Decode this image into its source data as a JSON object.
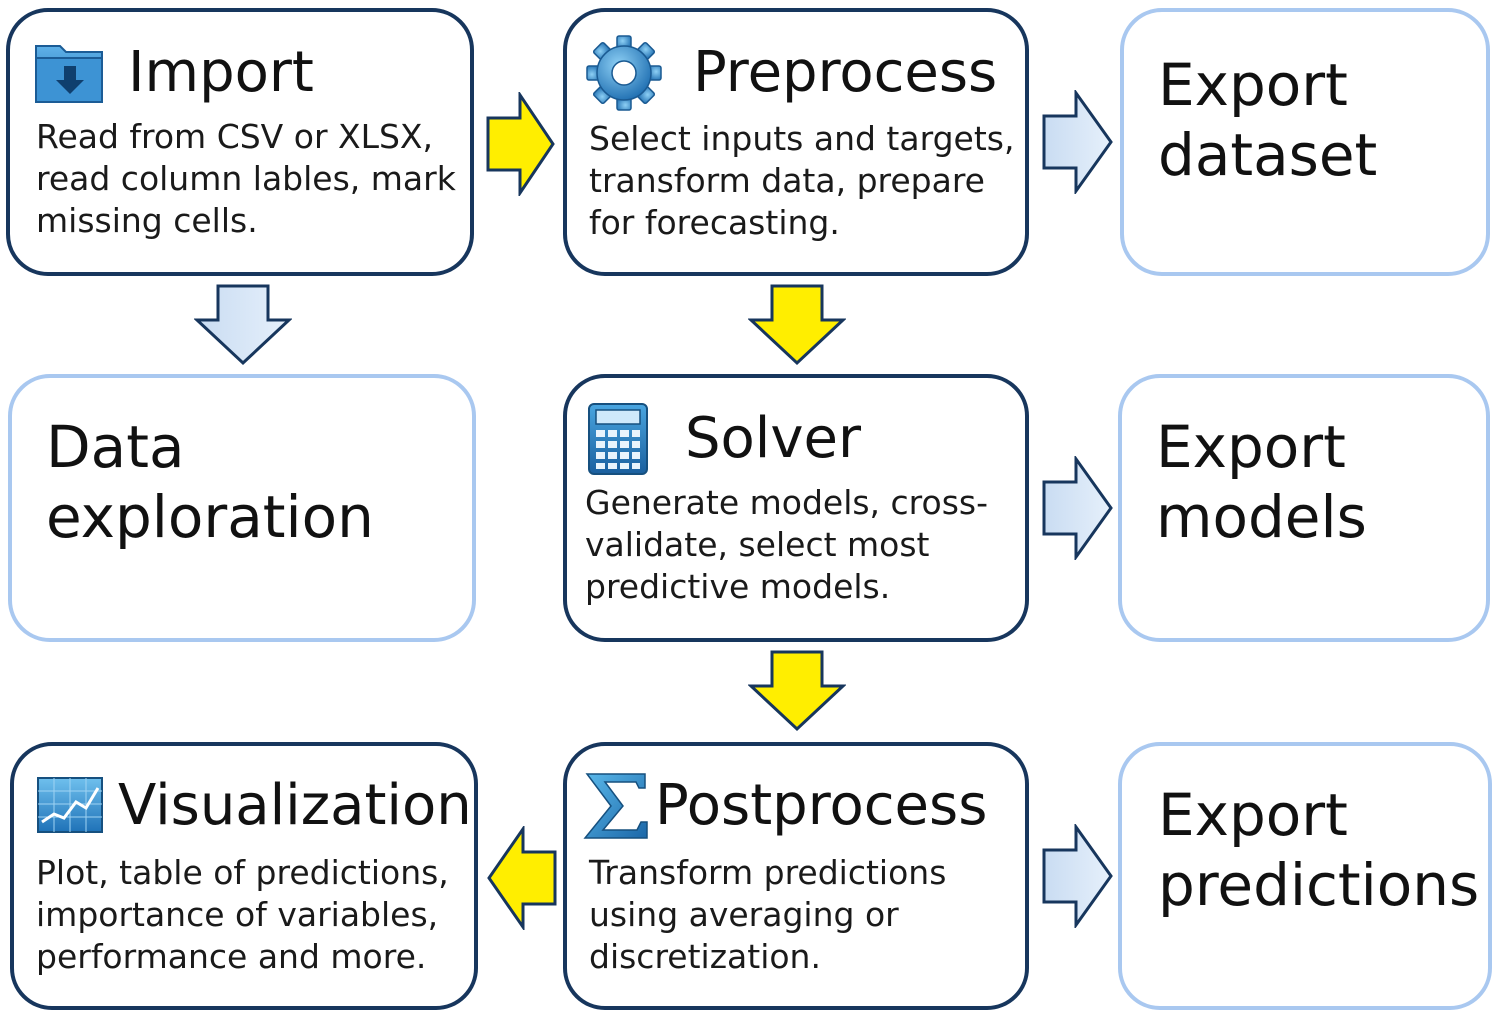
{
  "nodes": {
    "import": {
      "title": "Import",
      "icon": "folder-download-icon",
      "lines": [
        "Read from CSV or XLSX,",
        "read column lables, mark",
        "missing cells."
      ]
    },
    "preprocess": {
      "title": "Preprocess",
      "icon": "gear-icon",
      "lines": [
        "Select inputs and targets,",
        "transform data, prepare",
        "for forecasting."
      ]
    },
    "export_dataset": {
      "lines": [
        "Export",
        "dataset"
      ]
    },
    "data_exploration": {
      "lines": [
        "Data",
        "exploration"
      ]
    },
    "solver": {
      "title": "Solver",
      "icon": "calculator-icon",
      "lines": [
        "Generate models, cross-",
        "validate, select most",
        "predictive models."
      ]
    },
    "export_models": {
      "lines": [
        "Export",
        "models"
      ]
    },
    "visualization": {
      "title": "Visualization",
      "icon": "chart-icon",
      "lines": [
        "Plot, table of predictions,",
        "importance of variables,",
        "performance and more."
      ]
    },
    "postprocess": {
      "title": "Postprocess",
      "icon": "sigma-icon",
      "lines": [
        "Transform predictions",
        "using averaging or",
        "discretization."
      ]
    },
    "export_predictions": {
      "lines": [
        "Export",
        "predictions"
      ]
    }
  },
  "colors": {
    "main_border": "#17365d",
    "secondary_border": "#a9c8f0",
    "main_arrow": "#ffee00",
    "secondary_arrow": "#d6e6f7",
    "arrow_stroke": "#17365d"
  },
  "edges": [
    {
      "from": "import",
      "to": "preprocess",
      "style": "main"
    },
    {
      "from": "preprocess",
      "to": "export_dataset",
      "style": "secondary"
    },
    {
      "from": "import",
      "to": "data_exploration",
      "style": "secondary"
    },
    {
      "from": "preprocess",
      "to": "solver",
      "style": "main"
    },
    {
      "from": "solver",
      "to": "export_models",
      "style": "secondary"
    },
    {
      "from": "solver",
      "to": "postprocess",
      "style": "main"
    },
    {
      "from": "postprocess",
      "to": "visualization",
      "style": "main"
    },
    {
      "from": "postprocess",
      "to": "export_predictions",
      "style": "secondary"
    }
  ]
}
